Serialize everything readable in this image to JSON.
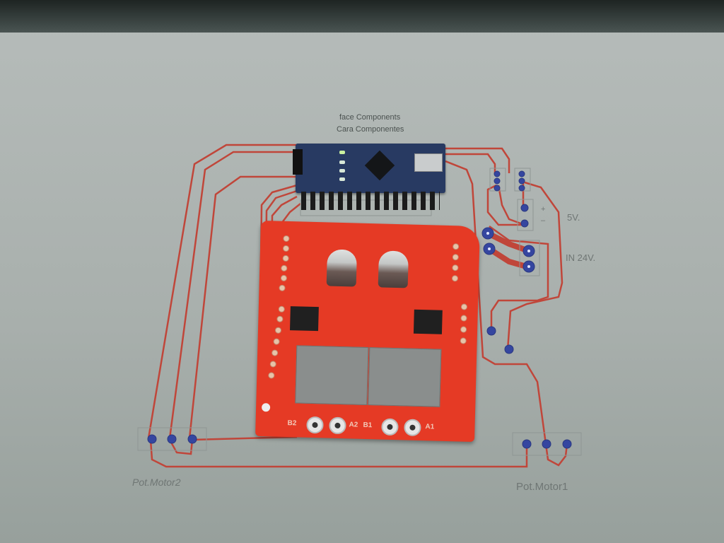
{
  "scene": {
    "description": "Photograph of a printed PCB trace layout with an Arduino Nano and a red dual motor driver shield placed on top",
    "colors": {
      "paper": "#b6bcba",
      "trace": "#c0463a",
      "pad": "#3546a0",
      "nano_pcb": "#283a62",
      "driver_pcb": "#e53a25"
    }
  },
  "labels": {
    "header_line1": "face  Components",
    "header_line2": "Cara  Componentes",
    "power_5v": "5V.",
    "power_in": "IN 24V.",
    "power_plus": "+",
    "power_minus": "–",
    "pot_motor2": "Pot.Motor2",
    "pot_motor1": "Pot.Motor1"
  },
  "driver_board": {
    "terminal_labels": [
      "B2",
      "A2",
      "B1",
      "A1"
    ]
  }
}
